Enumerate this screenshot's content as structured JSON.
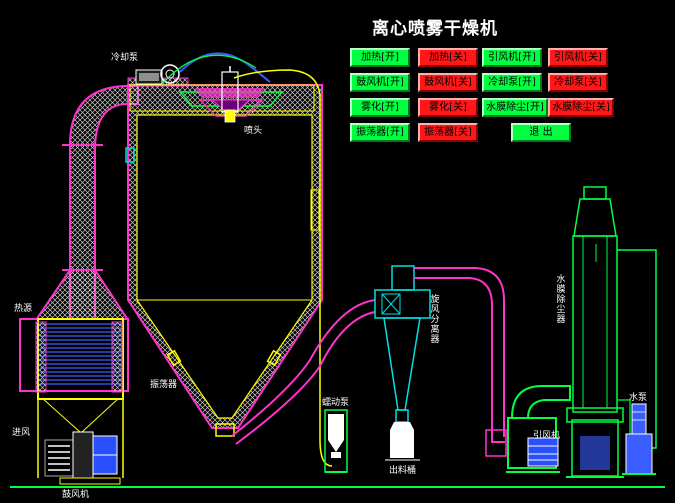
{
  "title": "离心喷雾干燥机",
  "buttons": [
    {
      "label": "加热[开]",
      "state": "on"
    },
    {
      "label": "加热[关]",
      "state": "off"
    },
    {
      "label": "引风机[开]",
      "state": "on"
    },
    {
      "label": "引风机[关]",
      "state": "off"
    },
    {
      "label": "鼓风机[开]",
      "state": "on"
    },
    {
      "label": "鼓风机[关]",
      "state": "off"
    },
    {
      "label": "冷却泵[开]",
      "state": "on"
    },
    {
      "label": "冷却泵[关]",
      "state": "off"
    },
    {
      "label": "雾化[开]",
      "state": "on"
    },
    {
      "label": "雾化[关]",
      "state": "off"
    },
    {
      "label": "水膜除尘[开]",
      "state": "on"
    },
    {
      "label": "水膜除尘[关]",
      "state": "off"
    },
    {
      "label": "振荡器[开]",
      "state": "on"
    },
    {
      "label": "振荡器[关]",
      "state": "off"
    },
    {
      "label": "退 出",
      "state": "on"
    }
  ],
  "labels": {
    "cooling_pump": "冷却泵",
    "nozzle": "喷头",
    "heat_source": "热源",
    "inlet_air": "进风",
    "blower": "鼓风机",
    "vibrator": "振荡器",
    "feed_pump": "蠕动泵",
    "cyclone": "旋风分离器",
    "discharge_bucket": "出料桶",
    "induced_fan": "引风机",
    "water_film": "水膜除尘器",
    "water_pump": "水泵"
  },
  "colors": {
    "background": "#000000",
    "on": "#00ff40",
    "off": "#ff1818",
    "pipe_pink": "#ff33cc",
    "frame_yellow": "#ffff00",
    "structure_green": "#00ff40",
    "cyclone_cyan": "#00e0e0",
    "heater_blue": "#0000ff"
  }
}
